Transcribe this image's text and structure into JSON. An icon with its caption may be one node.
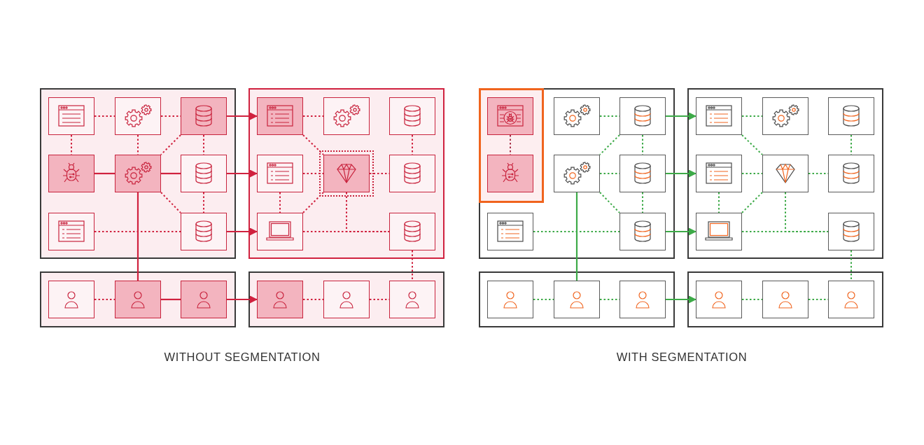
{
  "diagram": {
    "nodes": [
      {
        "text": [],
        "shape": "box"
      },
      {
        "text": [],
        "shape": "box",
        "in": 0
      },
      {
        "text": [],
        "shape": "box",
        "in": 0
      },
      {
        "text": [],
        "shape": "box",
        "in": 0
      },
      {
        "text": [],
        "shape": "box",
        "in": 0
      },
      {
        "text": [],
        "shape": "box",
        "in": 0
      },
      {
        "text": [],
        "shape": "box",
        "in": 0
      },
      {
        "text": [],
        "shape": "box",
        "in": 0
      },
      {
        "text": [],
        "shape": "box",
        "in": 0
      },
      {
        "text": [],
        "shape": "box"
      },
      {
        "text": [],
        "shape": "box",
        "in": 9
      },
      {
        "text": [],
        "shape": "box",
        "in": 9
      },
      {
        "text": [],
        "shape": "box",
        "in": 9
      },
      {
        "text": [],
        "shape": "box",
        "in": 9
      },
      {
        "text": [],
        "shape": "box",
        "in": 9
      },
      {
        "text": [],
        "shape": "box",
        "in": 9
      },
      {
        "text": [],
        "shape": "box",
        "in": 9
      },
      {
        "text": [],
        "shape": "box",
        "in": 9
      },
      {
        "text": [],
        "shape": "box"
      },
      {
        "text": [],
        "shape": "box",
        "in": 18
      },
      {
        "text": [],
        "shape": "box",
        "in": 18
      },
      {
        "text": [],
        "shape": "box",
        "in": 18
      },
      {
        "text": [],
        "shape": "box"
      },
      {
        "text": [],
        "shape": "box",
        "in": 22
      },
      {
        "text": [],
        "shape": "box",
        "in": 22
      },
      {
        "text": [],
        "shape": "box",
        "in": 22
      },
      {
        "text": [],
        "shape": "box"
      },
      {
        "text": [],
        "shape": "box",
        "in": 26
      },
      {
        "text": [],
        "shape": "box",
        "in": 27
      },
      {
        "text": [],
        "shape": "box",
        "in": 27
      },
      {
        "text": [],
        "shape": "box",
        "in": 26
      },
      {
        "text": [],
        "shape": "box",
        "in": 26
      },
      {
        "text": [],
        "shape": "box",
        "in": 26
      },
      {
        "text": [],
        "shape": "box",
        "in": 26
      },
      {
        "text": [],
        "shape": "box",
        "in": 26
      },
      {
        "text": [],
        "shape": "box",
        "in": 26
      },
      {
        "text": [],
        "shape": "box"
      },
      {
        "text": [],
        "shape": "box",
        "in": 36
      },
      {
        "text": [],
        "shape": "box",
        "in": 36
      },
      {
        "text": [],
        "shape": "box",
        "in": 36
      },
      {
        "text": [],
        "shape": "box",
        "in": 36
      },
      {
        "text": [],
        "shape": "box",
        "in": 36
      },
      {
        "text": [],
        "shape": "box",
        "in": 36
      },
      {
        "text": [],
        "shape": "box",
        "in": 36
      },
      {
        "text": [],
        "shape": "box",
        "in": 36
      },
      {
        "text": [],
        "shape": "box"
      },
      {
        "text": [],
        "shape": "box",
        "in": 45
      },
      {
        "text": [],
        "shape": "box",
        "in": 45
      },
      {
        "text": [],
        "shape": "box",
        "in": 45
      },
      {
        "text": [],
        "shape": "box"
      },
      {
        "text": [],
        "shape": "box",
        "in": 49
      },
      {
        "text": [],
        "shape": "box",
        "in": 49
      },
      {
        "text": [],
        "shape": "box",
        "in": 49
      }
    ],
    "edges": [
      {
        "from": 1,
        "to": 2,
        "arrow": "none",
        "style": "dashed"
      },
      {
        "from": 2,
        "to": 3,
        "arrow": "none",
        "style": "dashed"
      },
      {
        "from": 1,
        "to": 4,
        "arrow": "none",
        "style": "dashed"
      },
      {
        "from": 2,
        "to": 5,
        "arrow": "none",
        "style": "dashed"
      },
      {
        "from": 3,
        "to": 5,
        "arrow": "none",
        "style": "dashed"
      },
      {
        "from": 3,
        "to": 6,
        "arrow": "none",
        "style": "dashed"
      },
      {
        "from": 4,
        "to": 5,
        "arrow": "none"
      },
      {
        "from": 5,
        "to": 6,
        "arrow": "none"
      },
      {
        "from": 5,
        "to": 8,
        "arrow": "none",
        "style": "dashed"
      },
      {
        "from": 6,
        "to": 8,
        "arrow": "none",
        "style": "dashed"
      },
      {
        "from": 7,
        "to": 8,
        "arrow": "none",
        "style": "dashed"
      },
      {
        "from": 5,
        "to": 20,
        "arrow": "none"
      },
      {
        "from": 19,
        "to": 20,
        "arrow": "none",
        "style": "dashed"
      },
      {
        "from": 20,
        "to": 21,
        "arrow": "none"
      },
      {
        "from": 3,
        "to": 10,
        "arrow": "to"
      },
      {
        "from": 6,
        "to": 13,
        "arrow": "to"
      },
      {
        "from": 8,
        "to": 16,
        "arrow": "to"
      },
      {
        "from": 21,
        "to": 23,
        "arrow": "to"
      },
      {
        "from": 10,
        "to": 11,
        "arrow": "none",
        "style": "dashed"
      },
      {
        "from": 10,
        "to": 14,
        "arrow": "none",
        "style": "dashed"
      },
      {
        "from": 12,
        "to": 15,
        "arrow": "none",
        "style": "dashed"
      },
      {
        "from": 13,
        "to": 14,
        "arrow": "none",
        "style": "dashed"
      },
      {
        "from": 14,
        "to": 15,
        "arrow": "none",
        "style": "dashed"
      },
      {
        "from": 13,
        "to": 16,
        "arrow": "none",
        "style": "dashed"
      },
      {
        "from": 16,
        "to": 14,
        "arrow": "none",
        "style": "dashed"
      },
      {
        "from": 16,
        "to": 17,
        "arrow": "none",
        "style": "dashed"
      },
      {
        "from": 14,
        "to": 17,
        "arrow": "none",
        "style": "dashed"
      },
      {
        "from": 17,
        "to": 25,
        "arrow": "none",
        "style": "dashed"
      },
      {
        "from": 23,
        "to": 24,
        "arrow": "none",
        "style": "dashed"
      },
      {
        "from": 24,
        "to": 25,
        "arrow": "none",
        "style": "dashed"
      },
      {
        "from": 28,
        "to": 29,
        "arrow": "none",
        "style": "dashed",
        "color": "#a8324a"
      },
      {
        "from": 30,
        "to": 31,
        "arrow": "none",
        "style": "dashed",
        "color": "#3daa48"
      },
      {
        "from": 31,
        "to": 32,
        "arrow": "none",
        "style": "dashed",
        "color": "#3daa48"
      },
      {
        "from": 31,
        "to": 33,
        "arrow": "none",
        "style": "dashed",
        "color": "#3daa48"
      },
      {
        "from": 32,
        "to": 33,
        "arrow": "none",
        "style": "dashed",
        "color": "#3daa48"
      },
      {
        "from": 32,
        "to": 35,
        "arrow": "none",
        "style": "dashed",
        "color": "#3daa48"
      },
      {
        "from": 33,
        "to": 35,
        "arrow": "none",
        "style": "dashed",
        "color": "#3daa48"
      },
      {
        "from": 34,
        "to": 35,
        "arrow": "none",
        "style": "dashed",
        "color": "#3daa48"
      },
      {
        "from": 32,
        "to": 47,
        "arrow": "none",
        "color": "#3daa48"
      },
      {
        "from": 46,
        "to": 47,
        "arrow": "none",
        "style": "dashed",
        "color": "#3daa48"
      },
      {
        "from": 47,
        "to": 48,
        "arrow": "none",
        "style": "dashed",
        "color": "#3daa48"
      },
      {
        "from": 31,
        "to": 37,
        "arrow": "to",
        "color": "#3daa48"
      },
      {
        "from": 33,
        "to": 40,
        "arrow": "to",
        "color": "#3daa48"
      },
      {
        "from": 35,
        "to": 43,
        "arrow": "to",
        "color": "#3daa48"
      },
      {
        "from": 48,
        "to": 50,
        "arrow": "to",
        "color": "#3daa48"
      },
      {
        "from": 37,
        "to": 38,
        "arrow": "none",
        "style": "dashed",
        "color": "#3daa48"
      },
      {
        "from": 37,
        "to": 41,
        "arrow": "none",
        "style": "dashed",
        "color": "#3daa48"
      },
      {
        "from": 39,
        "to": 42,
        "arrow": "none",
        "style": "dashed",
        "color": "#3daa48"
      },
      {
        "from": 40,
        "to": 41,
        "arrow": "none",
        "style": "dashed",
        "color": "#3daa48"
      },
      {
        "from": 41,
        "to": 42,
        "arrow": "none",
        "style": "dashed",
        "color": "#3daa48"
      },
      {
        "from": 40,
        "to": 43,
        "arrow": "none",
        "style": "dashed",
        "color": "#3daa48"
      },
      {
        "from": 43,
        "to": 41,
        "arrow": "none",
        "style": "dashed",
        "color": "#3daa48"
      },
      {
        "from": 43,
        "to": 44,
        "arrow": "none",
        "style": "dashed",
        "color": "#3daa48"
      },
      {
        "from": 41,
        "to": 44,
        "arrow": "none",
        "style": "dashed",
        "color": "#3daa48"
      },
      {
        "from": 44,
        "to": 52,
        "arrow": "none",
        "style": "dashed",
        "color": "#3daa48"
      },
      {
        "from": 50,
        "to": 51,
        "arrow": "none",
        "style": "dashed",
        "color": "#3daa48"
      },
      {
        "from": 51,
        "to": 52,
        "arrow": "none",
        "style": "dashed",
        "color": "#3daa48"
      }
    ],
    "labels": [
      "WITHOUT SEGMENTATION",
      "WITH SEGMENTATION"
    ]
  }
}
